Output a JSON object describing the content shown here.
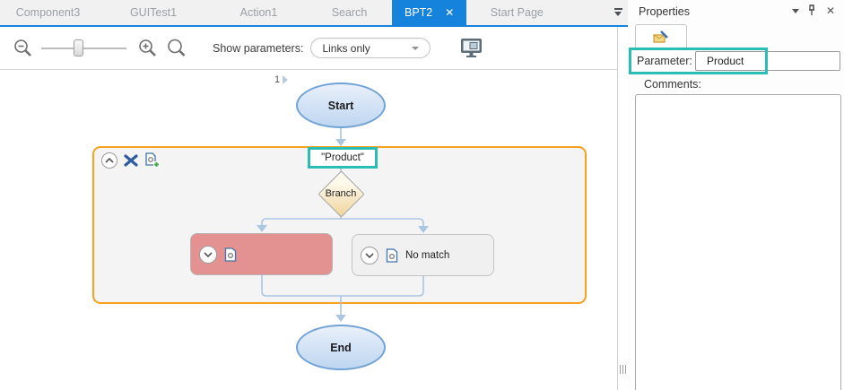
{
  "tabbar": {
    "tabs": [
      {
        "label": "Component3"
      },
      {
        "label": "GUITest1"
      },
      {
        "label": "Action1"
      },
      {
        "label": "Search"
      },
      {
        "label": "BPT2",
        "active": true
      },
      {
        "label": "Start Page"
      }
    ],
    "close_glyph": "✕"
  },
  "toolbar": {
    "show_parameters_label": "Show parameters:",
    "parameters_filter_value": "Links only"
  },
  "canvas": {
    "sequence_marker": "1",
    "nodes": {
      "start": "Start",
      "parameter_ref": "\"Product\"",
      "branch": "Branch",
      "case_no_match": "No match",
      "end": "End"
    }
  },
  "properties": {
    "title": "Properties",
    "parameter_label": "Parameter:",
    "parameter_value": "Product",
    "comments_label": "Comments:",
    "close_glyph": "✕"
  },
  "colors": {
    "active_tab_blue": "#1583dc",
    "highlight_teal": "#2abdb3",
    "group_border_orange": "#f7a21c",
    "branch_fail_red": "#e39191",
    "node_fill_blue": "#cfe0f4",
    "connector_blue": "#a9c6e3",
    "diamond_cream": "#f0d49a"
  }
}
